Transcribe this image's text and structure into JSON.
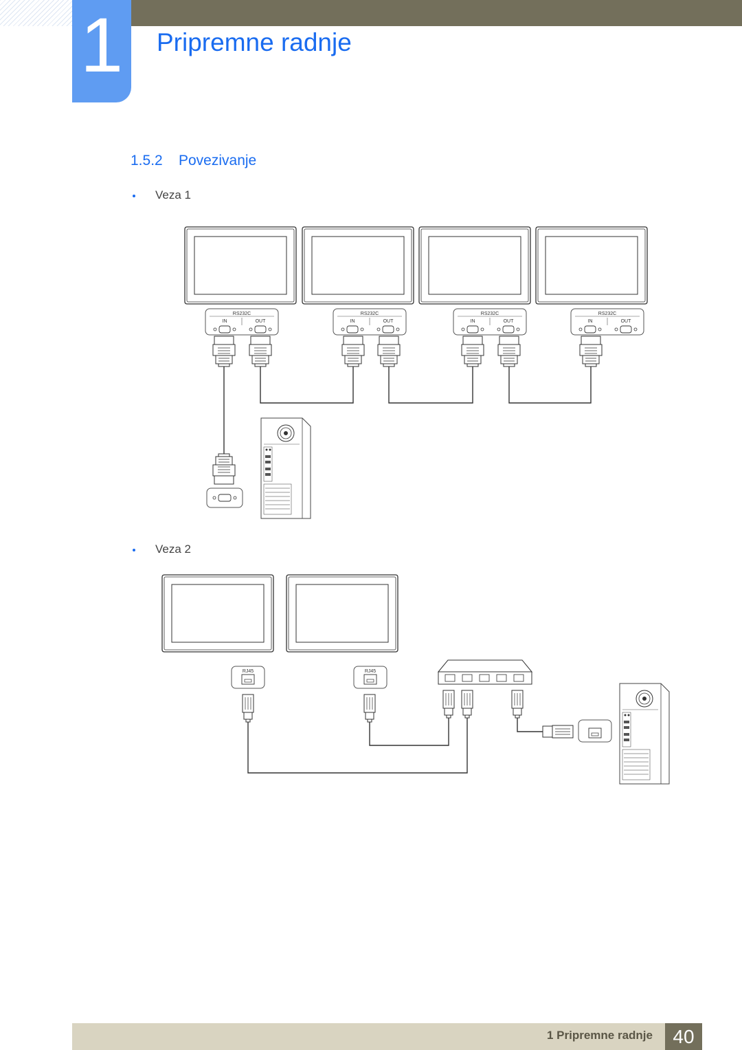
{
  "header": {
    "chapter_number": "1",
    "chapter_title": "Pripremne radnje"
  },
  "section": {
    "number": "1.5.2",
    "title": "Povezivanje"
  },
  "connections": [
    {
      "label": "Veza 1",
      "port_label": "RS232C",
      "in_label": "IN",
      "out_label": "OUT"
    },
    {
      "label": "Veza 2",
      "port_label": "RJ45"
    }
  ],
  "footer": {
    "chapter_ref": "1 Pripremne radnje",
    "page_number": "40"
  },
  "colors": {
    "accent": "#1a6cf0",
    "chapter_tab": "#5f9cf2",
    "header_bar": "#736f5b",
    "footer_bar": "#d9d4c1"
  }
}
